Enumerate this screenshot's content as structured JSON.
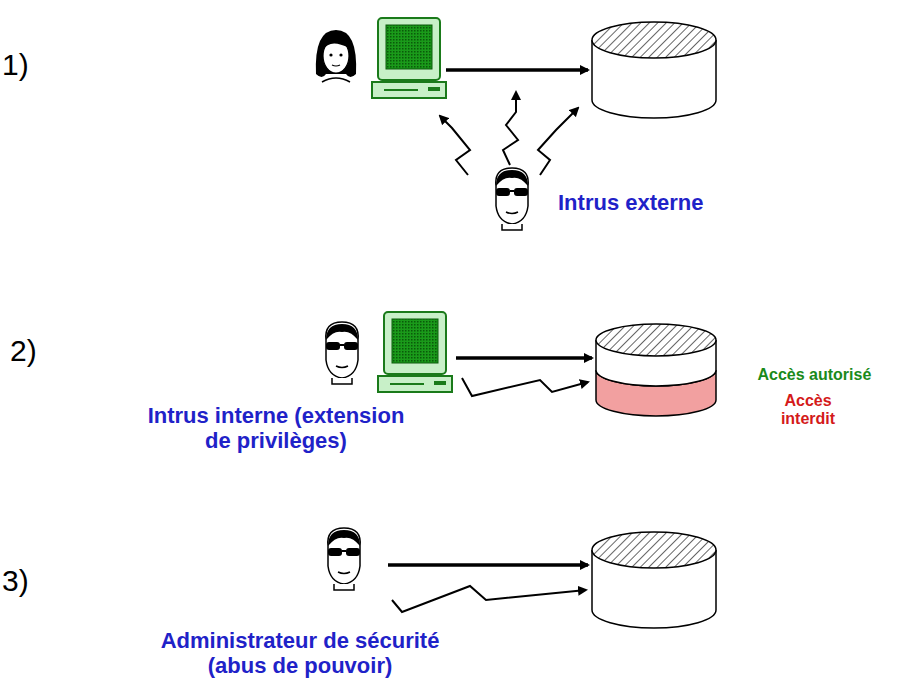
{
  "diagram": {
    "labels": [
      "1)",
      "Intrus externe",
      "2)",
      "Intrus interne (extension de privilèges)",
      "Accès autorisé",
      "Accès interdit",
      "3)",
      "Administrateur de sécurité (abus de pouvoir)"
    ]
  }
}
